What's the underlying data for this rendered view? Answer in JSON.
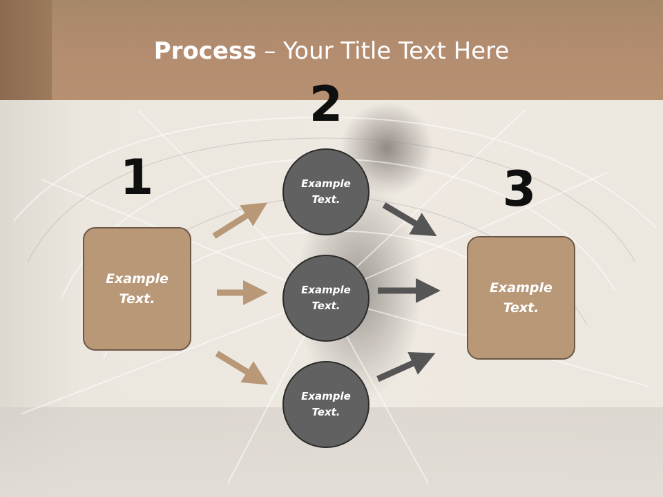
{
  "slide": {
    "title_bold": "Process",
    "title_rest": " – Your Title Text Here"
  },
  "steps": {
    "n1": "1",
    "n2": "2",
    "n3": "3"
  },
  "left_box": {
    "text_line1": "Example",
    "text_line2": "Text."
  },
  "circles": [
    {
      "line1": "Example",
      "line2": "Text."
    },
    {
      "line1": "Example",
      "line2": "Text."
    },
    {
      "line1": "Example",
      "line2": "Text."
    }
  ],
  "right_box": {
    "text_line1": "Example",
    "text_line2": "Text."
  },
  "colors": {
    "header": "#b48d70",
    "box_fill": "#b99877",
    "circle_fill": "#616161",
    "arrow_tan": "#b99877",
    "arrow_dark": "#555555"
  }
}
